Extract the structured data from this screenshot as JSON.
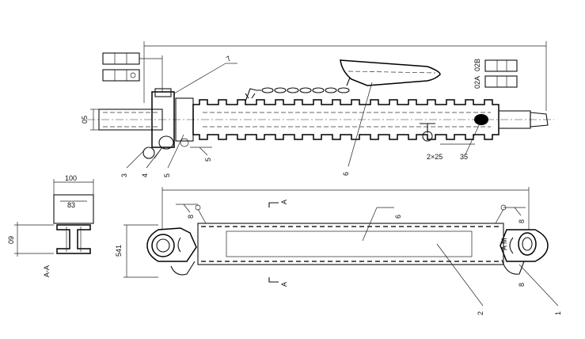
{
  "drawing": {
    "callouts": {
      "c1": "1",
      "c2": "2",
      "c3": "3",
      "c4": "4",
      "c5": "5",
      "c6": "6",
      "c7": "7",
      "c35": "35"
    },
    "dimensions": {
      "d50": "05",
      "d100": "100",
      "d83": "83",
      "d60": "09",
      "d145": "541",
      "d2x25": "2×25",
      "d8_left": "8",
      "d8_right": "8",
      "d5": "5",
      "d6": "6",
      "d8_right2": "8",
      "d02b": "02B",
      "d02a": "02A"
    },
    "section_marks": {
      "top_A": "A",
      "bottom_A": "A",
      "section_label": "A-A",
      "m_label": "A M"
    }
  }
}
